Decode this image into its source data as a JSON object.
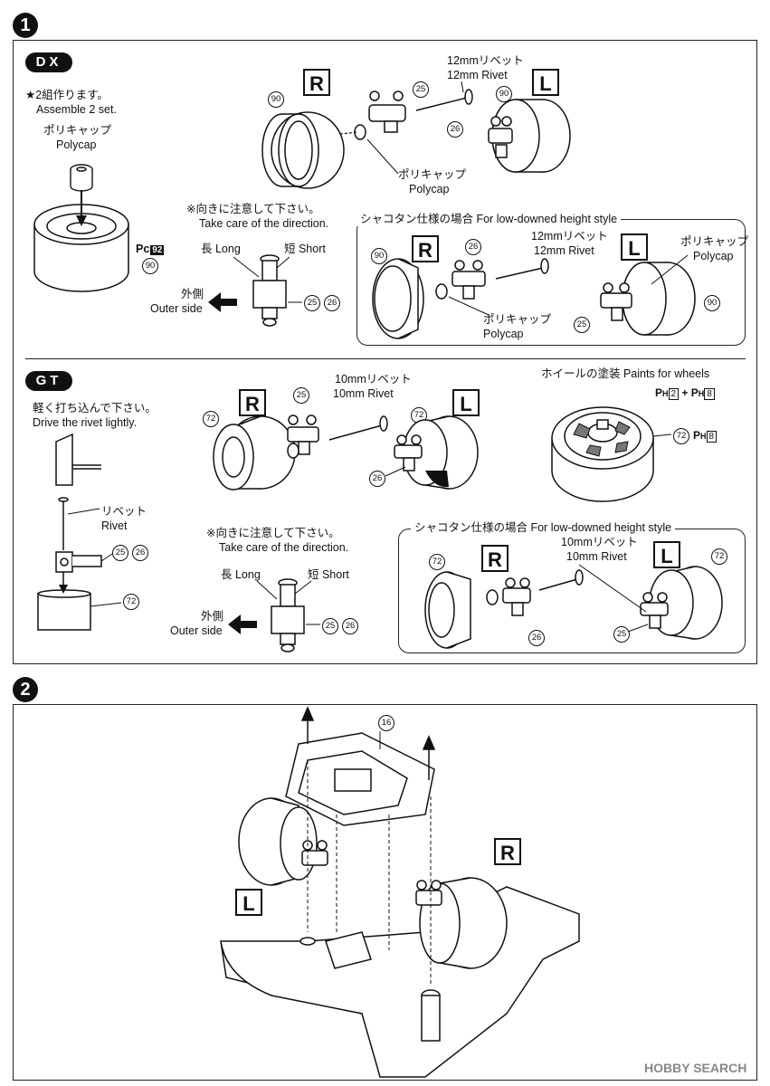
{
  "step1": {
    "number": "1",
    "dx": {
      "badge": "DX",
      "note_jp": "★2組作ります。",
      "note_en": "Assemble 2 set.",
      "polycap_jp": "ポリキャップ",
      "polycap_en": "Polycap",
      "pc_code": "Pc",
      "pc_num": "92",
      "part_90": "90",
      "part_25": "25",
      "part_26": "26",
      "right": "R",
      "left": "L",
      "rivet_jp": "12mmリベット",
      "rivet_en": "12mm Rivet",
      "direction_jp": "※向きに注意して下さい。",
      "direction_en": "Take care of the direction.",
      "long": "長 Long",
      "short": "短 Short",
      "outer_jp": "外側",
      "outer_en": "Outer side",
      "lowdown_title": "シャコタン仕様の場合 For low-downed height style"
    },
    "gt": {
      "badge": "GT",
      "note_jp": "軽く打ち込んで下さい。",
      "note_en": "Drive the rivet lightly.",
      "rivet_jp": "リベット",
      "rivet_en": "Rivet",
      "rivet10_jp": "10mmリベット",
      "rivet10_en": "10mm Rivet",
      "part_72": "72",
      "part_25": "25",
      "part_26": "26",
      "right": "R",
      "left": "L",
      "paints_title": "ホイールの塗装 Paints for wheels",
      "ph_a": "P",
      "ph_sub": "H",
      "ph_2": "2",
      "plus": "+",
      "ph_8": "8",
      "direction_jp": "※向きに注意して下さい。",
      "direction_en": "Take care of the direction.",
      "long": "長 Long",
      "short": "短 Short",
      "outer_jp": "外側",
      "outer_en": "Outer side",
      "lowdown_title": "シャコタン仕様の場合 For low-downed height style"
    }
  },
  "step2": {
    "number": "2",
    "part_16": "16",
    "right": "R",
    "left": "L"
  },
  "watermark": "HOBBY SEARCH"
}
